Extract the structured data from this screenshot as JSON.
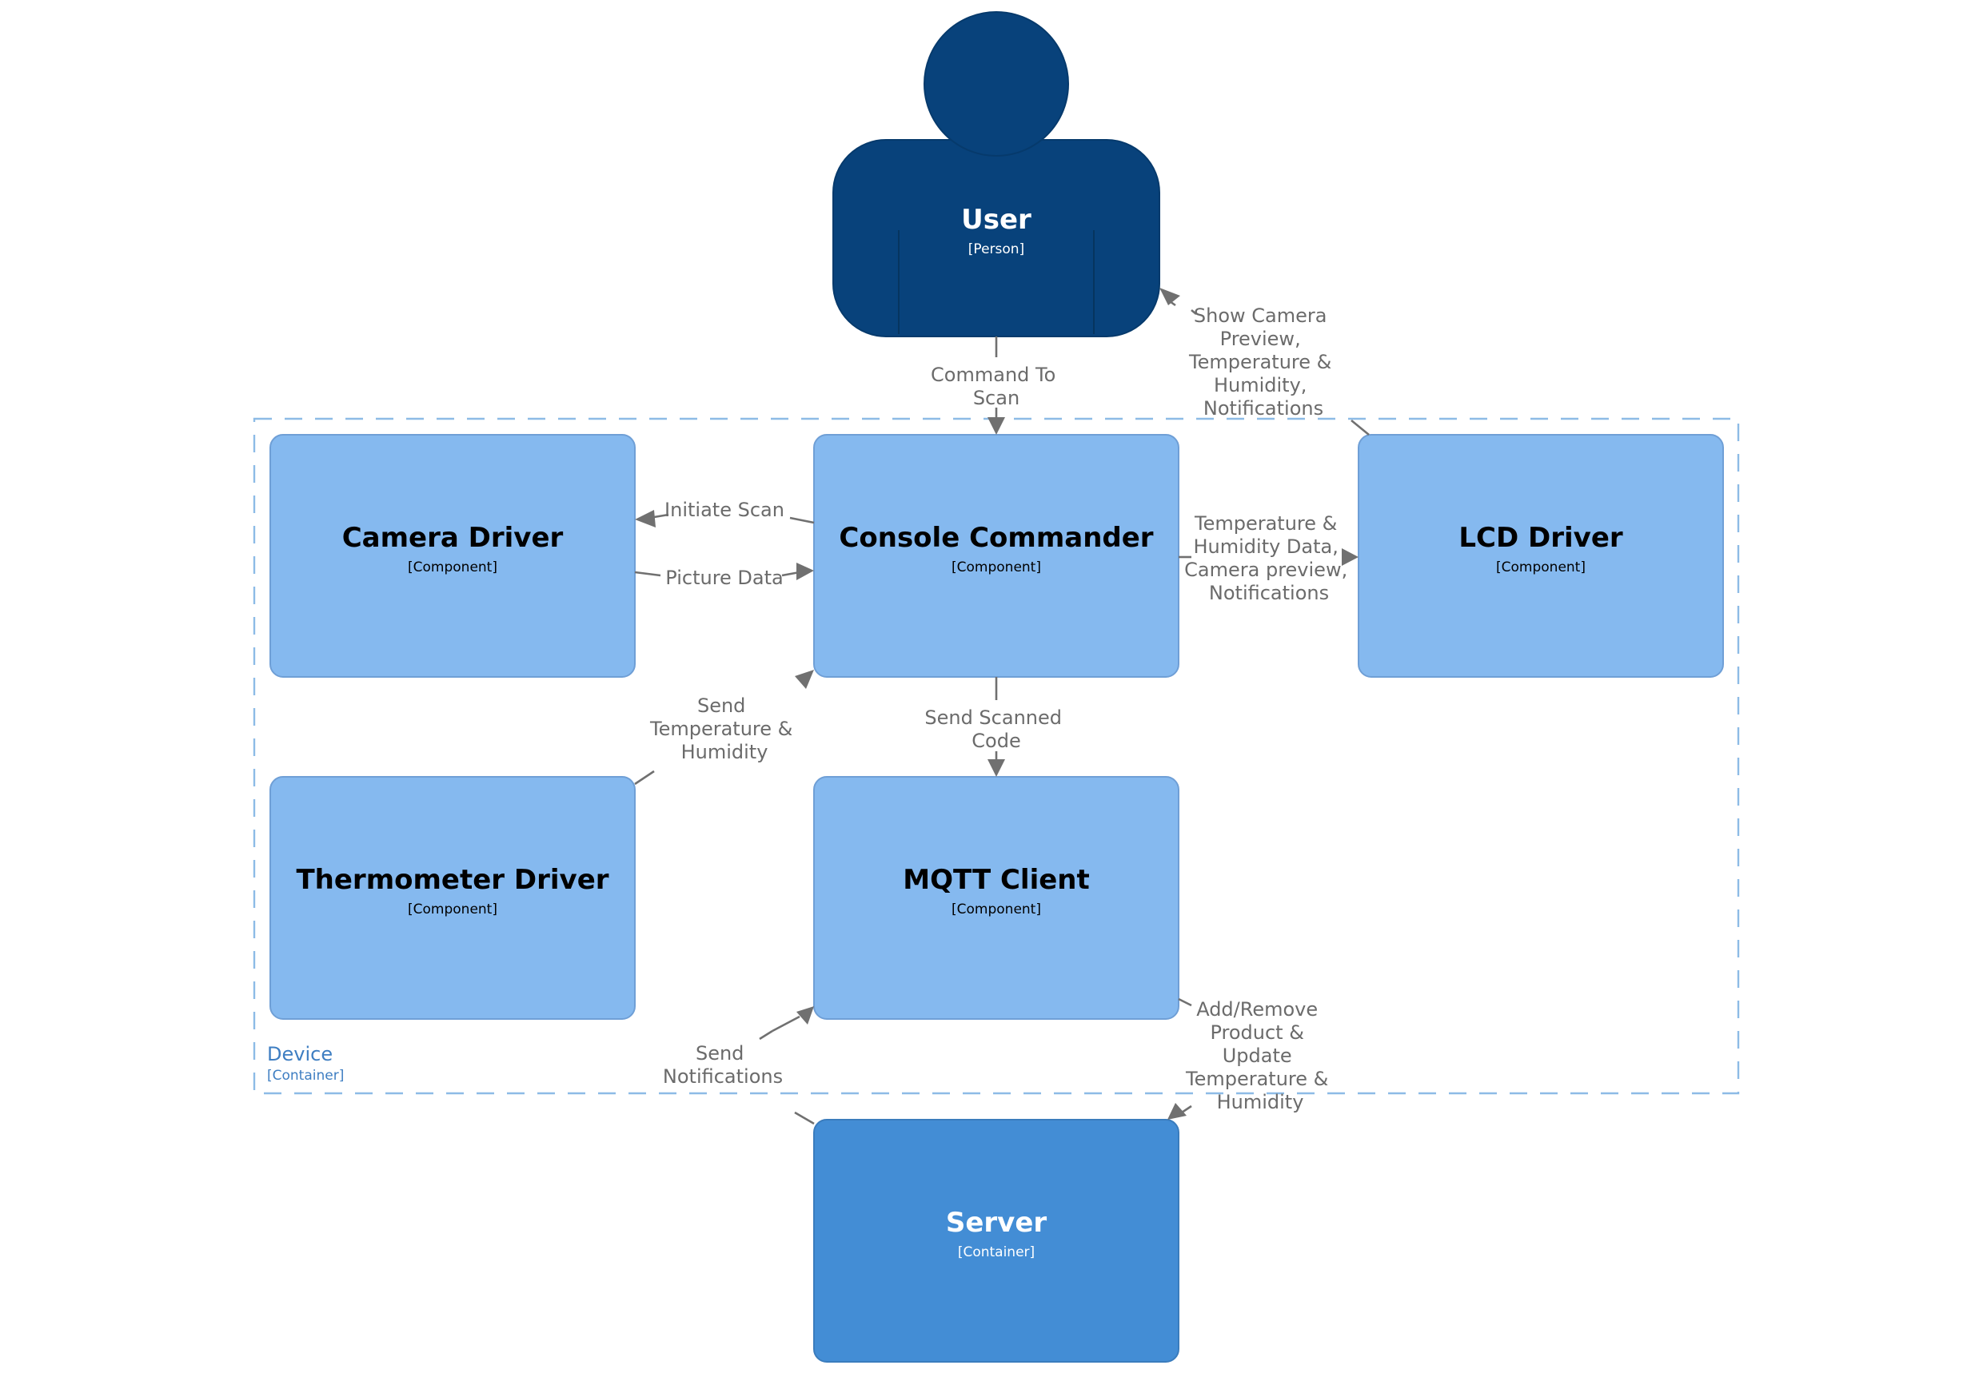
{
  "colors": {
    "person": "#08427b",
    "component": "#85b9ef",
    "container": "#438dd5",
    "boundary": "#6ba3dc",
    "edge": "#707070"
  },
  "person": {
    "name": "User",
    "type": "[Person]"
  },
  "boundary": {
    "name": "Device",
    "type": "[Container]"
  },
  "components": {
    "camera": {
      "name": "Camera Driver",
      "type": "[Component]"
    },
    "console": {
      "name": "Console Commander",
      "type": "[Component]"
    },
    "lcd": {
      "name": "LCD Driver",
      "type": "[Component]"
    },
    "thermo": {
      "name": "Thermometer Driver",
      "type": "[Component]"
    },
    "mqtt": {
      "name": "MQTT Client",
      "type": "[Component]"
    }
  },
  "server": {
    "name": "Server",
    "type": "[Container]"
  },
  "relationships": {
    "command_to_scan": [
      "Command To",
      "Scan"
    ],
    "show_camera": [
      "Show Camera",
      "Preview,",
      "Temperature &",
      "Humidity,",
      "Notifications"
    ],
    "initiate_scan": [
      "Initiate Scan"
    ],
    "picture_data": [
      "Picture Data"
    ],
    "temp_lcd": [
      "Temperature &",
      "Humidity Data,",
      "Camera preview,",
      "Notifications"
    ],
    "send_temp": [
      "Send",
      "Temperature &",
      "Humidity"
    ],
    "send_scanned": [
      "Send Scanned",
      "Code"
    ],
    "add_remove": [
      "Add/Remove",
      "Product &",
      "Update",
      "Temperature &",
      "Humidity"
    ],
    "send_notifications": [
      "Send",
      "Notifications"
    ]
  }
}
